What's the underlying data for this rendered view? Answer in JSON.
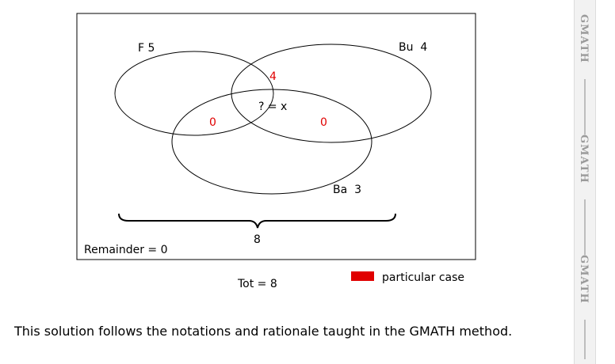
{
  "diagram": {
    "sets": {
      "f": "F 5",
      "bu": "Bu  4",
      "ba": "Ba  3"
    },
    "regions": {
      "f_bu_only": "4",
      "center": "? = x",
      "f_ba_only": "0",
      "bu_ba_only": "0"
    },
    "brace_value": "8",
    "remainder": "Remainder = 0"
  },
  "total": "Tot = 8",
  "legend": {
    "label": "particular case",
    "color": "#e00000"
  },
  "footer": "This solution follows the notations and rationale taught in the GMATH method.",
  "watermarks": [
    "GMATH",
    "GMATH",
    "GMATH"
  ]
}
